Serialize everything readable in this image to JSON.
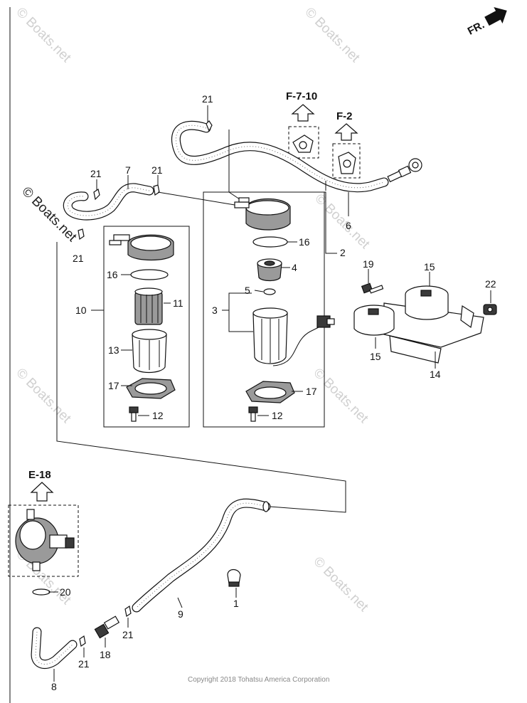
{
  "diagram": {
    "direction_label": "FR.",
    "copyright": "Copyright 2018 Tohatsu America Corporation",
    "watermark": "© Boats.net",
    "refs": {
      "f710": "F-7-10",
      "f2": "F-2",
      "e18": "E-18"
    },
    "labels": {
      "p21a": "21",
      "p7": "7",
      "p21b": "21",
      "p21c": "21",
      "p21d": "21",
      "p6": "6",
      "p2": "2",
      "p16a": "16",
      "p16b": "16",
      "p4": "4",
      "p5": "5",
      "p3": "3",
      "p10": "10",
      "p11": "11",
      "p13": "13",
      "p17a": "17",
      "p17b": "17",
      "p12a": "12",
      "p12b": "12",
      "p19": "19",
      "p15a": "15",
      "p15b": "15",
      "p22": "22",
      "p14": "14",
      "p20": "20",
      "p1": "1",
      "p9": "9",
      "p21e": "21",
      "p21f": "21",
      "p18": "18",
      "p8": "8"
    }
  }
}
